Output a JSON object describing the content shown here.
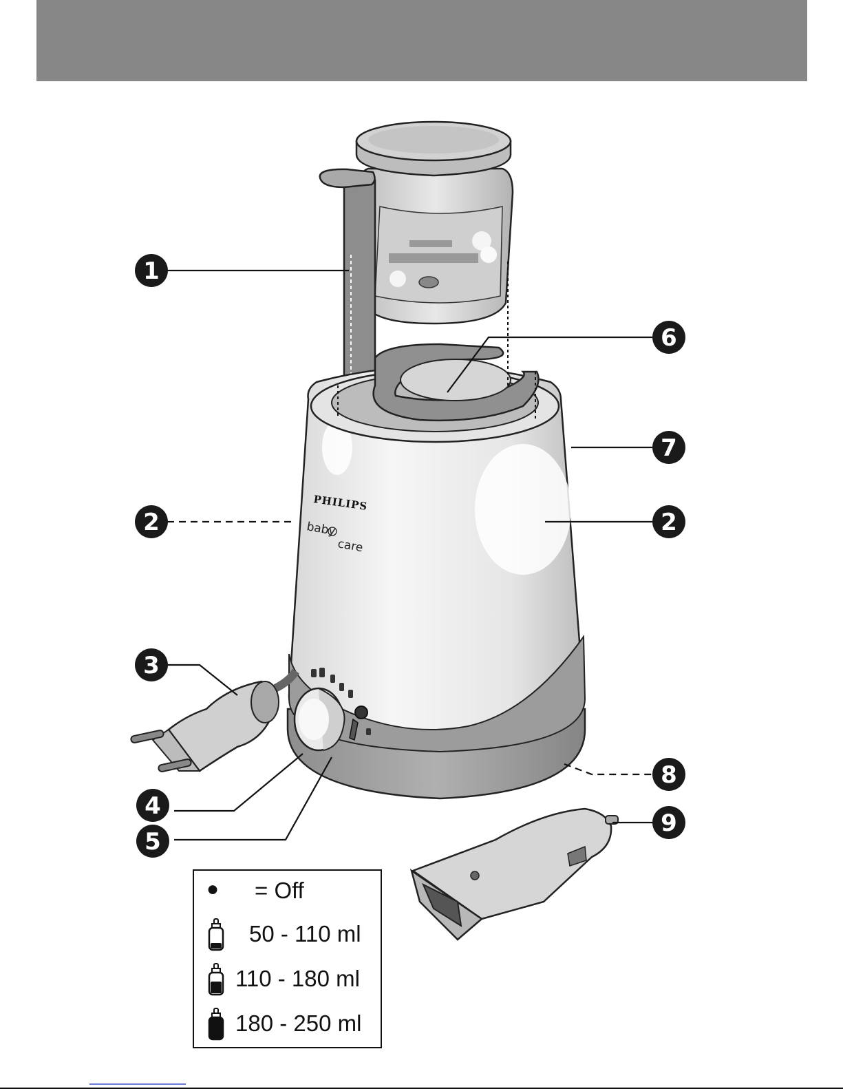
{
  "brand": {
    "name": "PHILIPS",
    "sub_left": "baby",
    "sub_right": "care"
  },
  "callouts": [
    "1",
    "2",
    "3",
    "4",
    "5",
    "6",
    "7",
    "8",
    "9",
    "2"
  ],
  "legend": {
    "off_symbol": "●",
    "off_label": "= Off",
    "rows": [
      {
        "icon": "bottle-small-icon",
        "label": "50 - 110 ml"
      },
      {
        "icon": "bottle-medium-icon",
        "label": "110 - 180 ml"
      },
      {
        "icon": "bottle-large-icon",
        "label": "180 - 250 ml"
      }
    ]
  },
  "colors": {
    "header_band": "#878787",
    "appliance_body": "#ececec",
    "appliance_base": "#9a9a9a",
    "callout_badge": "#1a1a1a"
  }
}
